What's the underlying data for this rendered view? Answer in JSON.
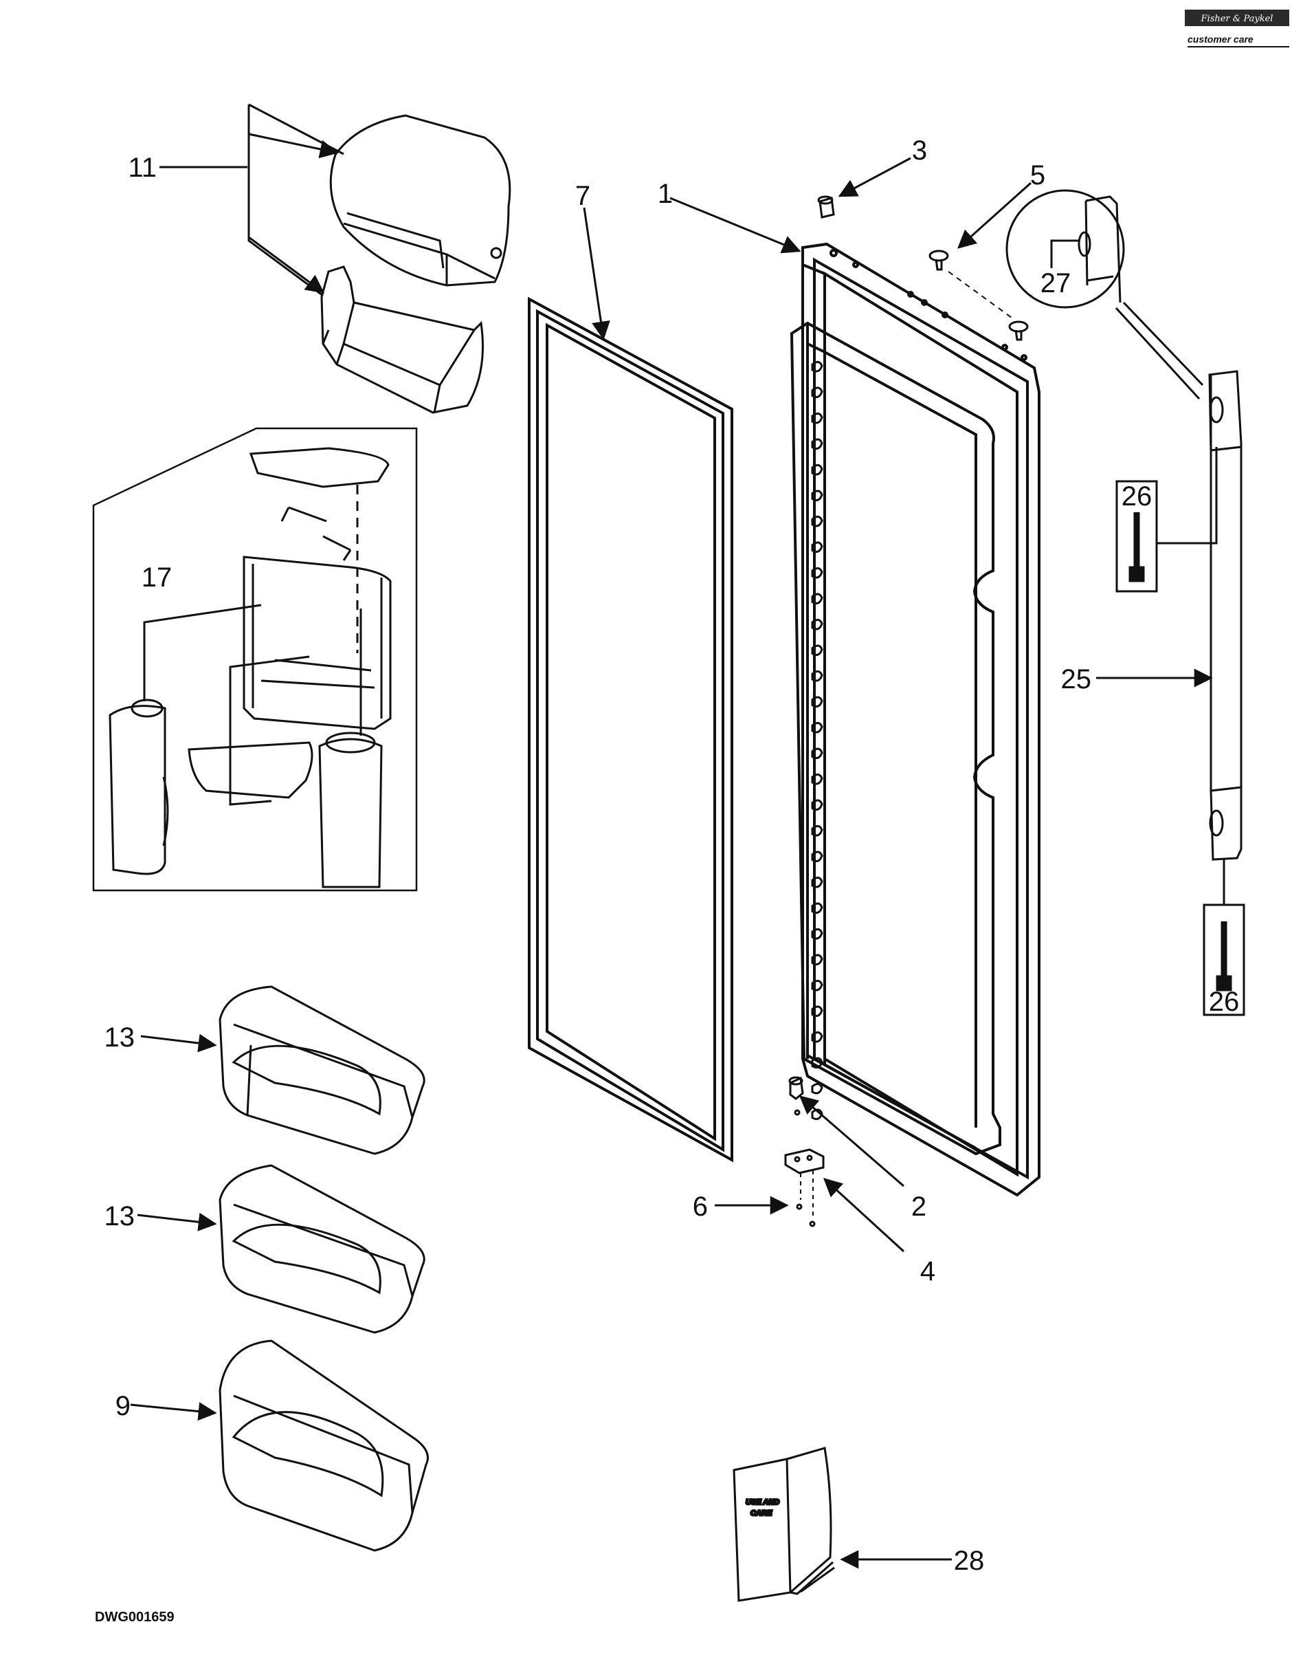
{
  "brand": {
    "name": "Fisher & Paykel",
    "subtitle": "customer care"
  },
  "drawing_code": "DWG001659",
  "book_title": [
    "USE AND",
    "CARE"
  ],
  "labels": {
    "p1": "1",
    "p2": "2",
    "p3": "3",
    "p4": "4",
    "p5": "5",
    "p6": "6",
    "p7": "7",
    "p9": "9",
    "p11": "11",
    "p13a": "13",
    "p13b": "13",
    "p17": "17",
    "p25": "25",
    "p26a": "26",
    "p26b": "26",
    "p27": "27",
    "p28": "28"
  }
}
